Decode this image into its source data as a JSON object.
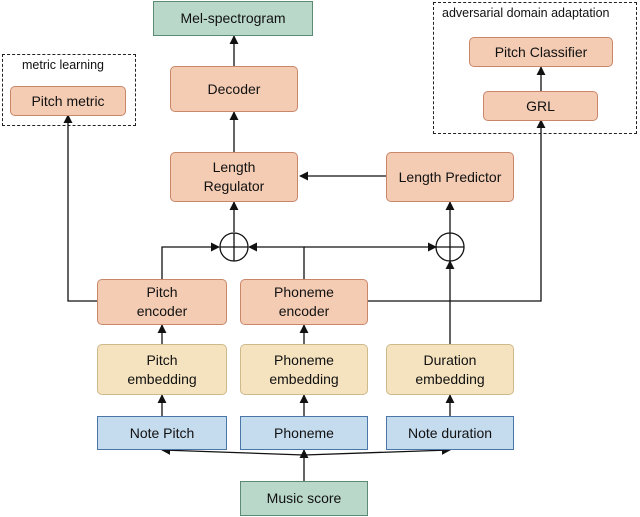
{
  "diagram": {
    "groups": {
      "metric_learning": "metric learning",
      "adversarial": "adversarial domain adaptation"
    },
    "nodes": {
      "mel_spectrogram": "Mel-spectrogram",
      "decoder": "Decoder",
      "length_regulator": "Length\nRegulator",
      "length_predictor": "Length Predictor",
      "pitch_metric": "Pitch metric",
      "pitch_classifier": "Pitch Classifier",
      "grl": "GRL",
      "pitch_encoder": "Pitch\nencoder",
      "phoneme_encoder": "Phoneme\nencoder",
      "pitch_embedding": "Pitch\nembedding",
      "phoneme_embedding": "Phoneme\nembedding",
      "duration_embedding": "Duration\nembedding",
      "note_pitch": "Note Pitch",
      "phoneme": "Phoneme",
      "note_duration": "Note duration",
      "music_score": "Music score"
    },
    "colors": {
      "module": "#f4ccb4",
      "embedding": "#f5e3bf",
      "input": "#c5dbee",
      "output": "#b9d8c9"
    }
  }
}
